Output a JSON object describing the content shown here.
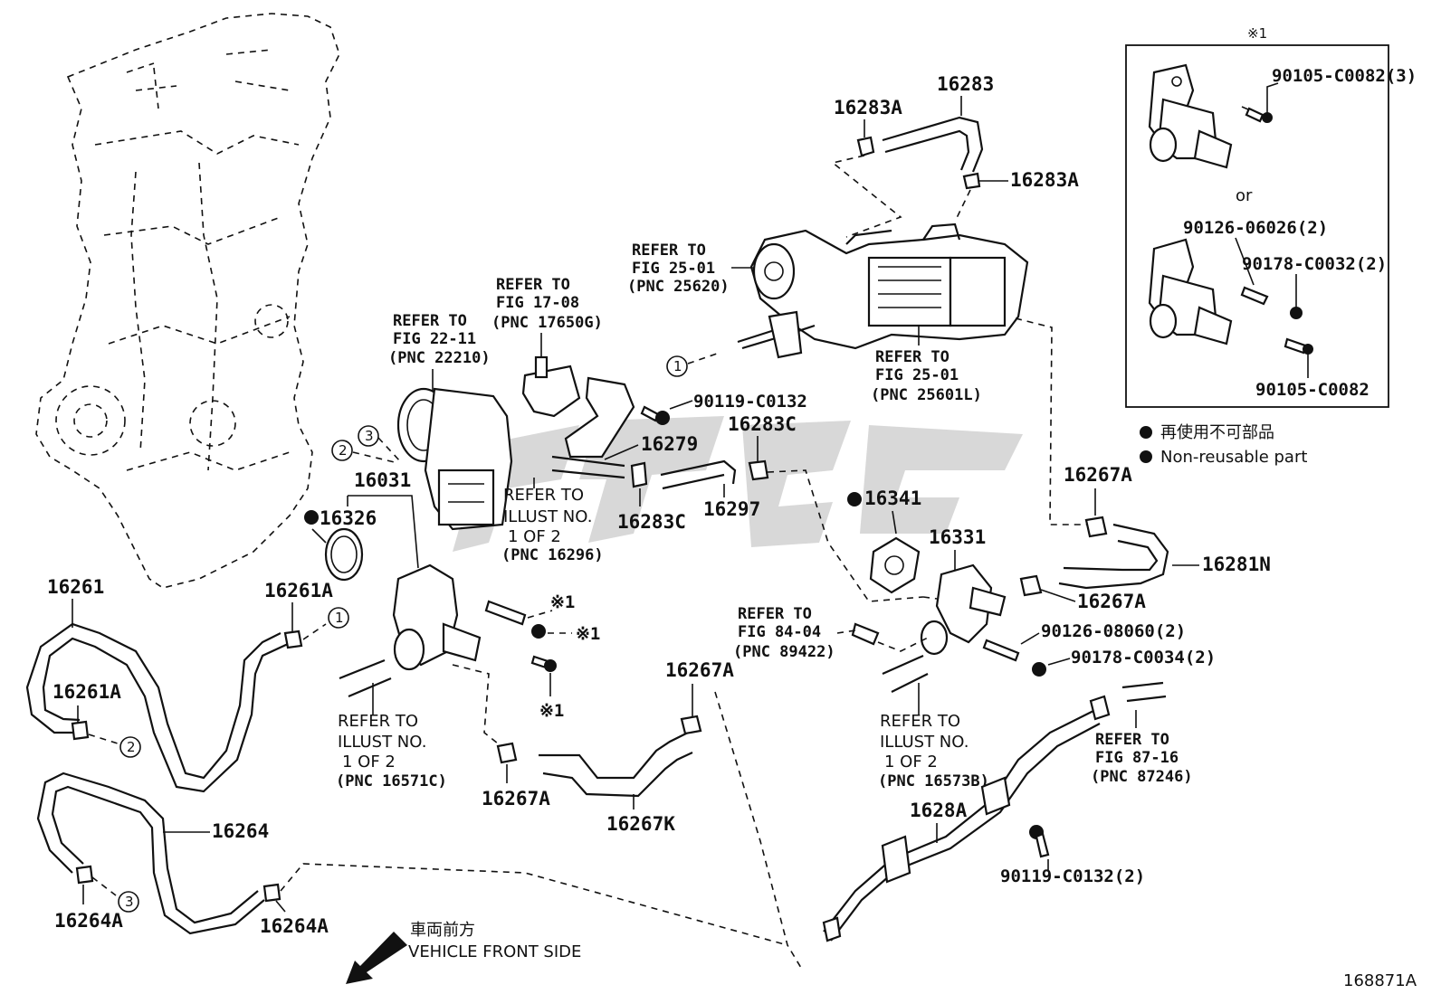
{
  "diagram_id": "168871A",
  "legend": {
    "non_reusable_jp": "再使用不可部品",
    "non_reusable_en": "Non-reusable part"
  },
  "inset": {
    "marker": "※1",
    "or_text": "or",
    "bolt_a": "90105-C0082(3)",
    "stud": "90126-06026(2)",
    "nut": "90178-C0032(2)",
    "bolt_b": "90105-C0082"
  },
  "direction": {
    "jp": "車両前方",
    "en": "VEHICLE FRONT SIDE"
  },
  "parts": {
    "p16283": "16283",
    "p16283A_top": "16283A",
    "p16283A_right": "16283A",
    "p16283C_mid": "16283C",
    "p16283C_low": "16283C",
    "p16279": "16279",
    "p16297": "16297",
    "p16031": "16031",
    "p16326": "16326",
    "p16341": "16341",
    "p16331": "16331",
    "p16267A_upper": "16267A",
    "p16267A_right": "16267A",
    "p16267A_mid": "16267A",
    "p16267A_low": "16267A",
    "p16281N": "16281N",
    "p16261": "16261",
    "p16261A_top": "16261A",
    "p16261A_low": "16261A",
    "p16264": "16264",
    "p16264A_left": "16264A",
    "p16264A_right": "16264A",
    "p16267K": "16267K",
    "p1628A": "1628A",
    "bolt_90119_top": "90119-C0132",
    "bolt_90119_low": "90119-C0132(2)",
    "stud_90126": "90126-08060(2)",
    "nut_90178": "90178-C0034(2)",
    "mark_1a": "※1",
    "mark_1b": "※1",
    "mark_1c": "※1"
  },
  "callouts": {
    "c1": "1",
    "c2": "2",
    "c3": "3"
  },
  "refs": {
    "egr_valve": [
      "REFER TO",
      "FIG 25-01",
      "(PNC 25620)"
    ],
    "egr_cooler": [
      "REFER TO",
      "FIG 25-01",
      "(PNC 25601L)"
    ],
    "vsv": [
      "REFER TO",
      "FIG 17-08",
      "(PNC 17650G)"
    ],
    "throttle": [
      "REFER TO",
      "FIG 22-11",
      "(PNC 22210)"
    ],
    "illust_16296": [
      "REFER TO",
      "ILLUST NO.",
      "1 OF 2",
      "(PNC 16296)"
    ],
    "illust_16571C": [
      "REFER TO",
      "ILLUST NO.",
      "1 OF 2",
      "(PNC 16571C)"
    ],
    "sensor": [
      "REFER TO",
      "FIG 84-04",
      "(PNC 89422)"
    ],
    "illust_16573B": [
      "REFER TO",
      "ILLUST NO.",
      "1 OF 2",
      "(PNC 16573B)"
    ],
    "heater": [
      "REFER TO",
      "FIG 87-16",
      "(PNC 87246)"
    ]
  }
}
